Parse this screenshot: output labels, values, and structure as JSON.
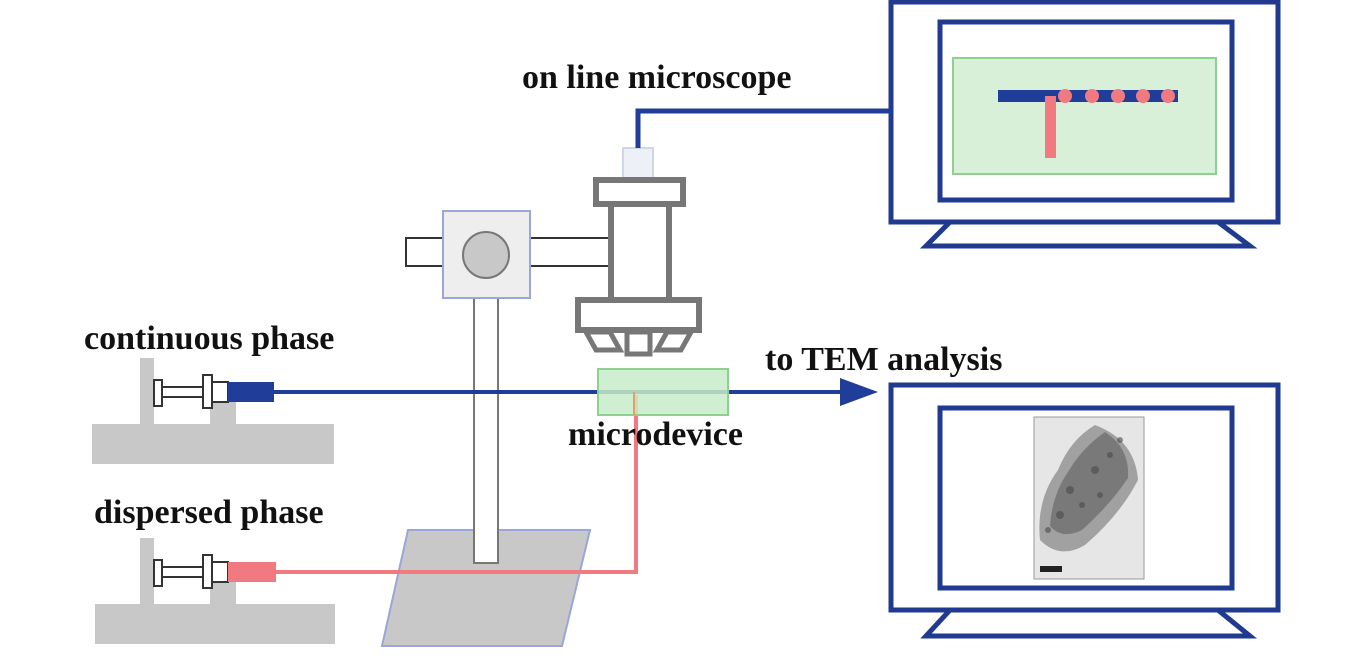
{
  "labels": {
    "online_microscope": "on line microscope",
    "continuous_phase": "continuous phase",
    "dispersed_phase": "dispersed phase",
    "microdevice": "microdevice",
    "tem_analysis": "to TEM analysis"
  },
  "colors": {
    "continuous_line": "#1f3d99",
    "dispersed_line": "#f07a80",
    "monitor_frame": "#1f3a8f",
    "screen_bg": "#d8f0d8",
    "microdevice_fill": "#c8ecc8",
    "base_gray": "#c8c8c8",
    "stage_blue": "#9aa6d8"
  },
  "icons": {
    "microscope": "microscope-icon",
    "syringe_pump": "syringe-pump-icon",
    "monitor": "monitor-icon",
    "tem_image": "tem-micrograph-image"
  }
}
